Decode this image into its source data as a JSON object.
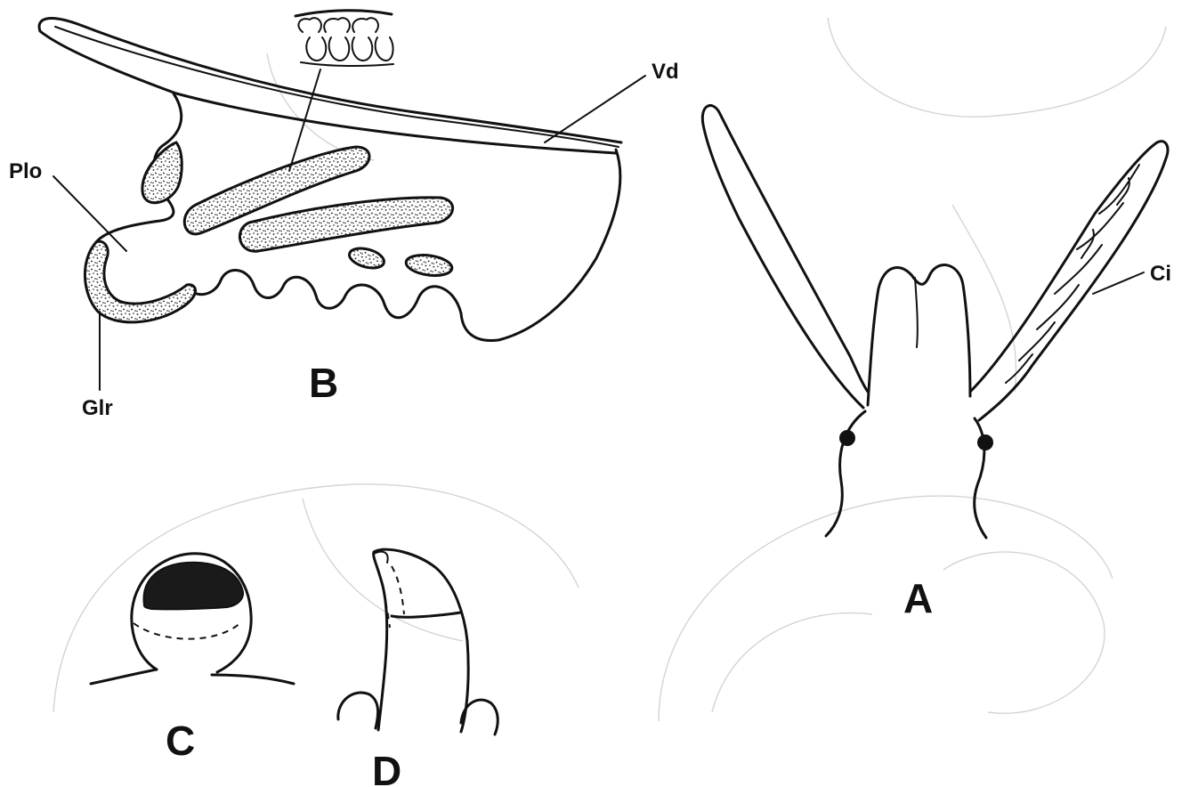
{
  "figure": {
    "labels": {
      "vd": "Vd",
      "plo": "Plo",
      "glr": "Glr",
      "ci": "Ci"
    },
    "panels": {
      "a": "A",
      "b": "B",
      "c": "C",
      "d": "D"
    }
  }
}
